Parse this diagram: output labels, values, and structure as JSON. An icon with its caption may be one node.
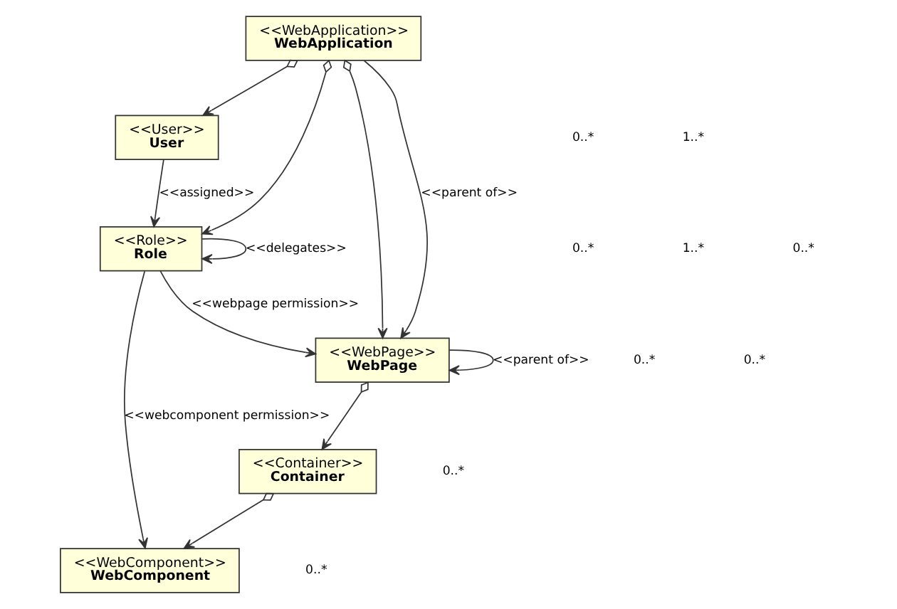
{
  "diagram": {
    "nodes": [
      {
        "text": [
          "<<User>>",
          "User"
        ]
      },
      {
        "text": [
          "<<WebApplication>>",
          "WebApplication"
        ]
      },
      {
        "text": [
          "<<WebPage>>",
          "WebPage"
        ]
      },
      {
        "text": [
          "<<Role>>",
          "Role"
        ]
      },
      {
        "text": [
          "<<Container>>",
          "Container"
        ]
      },
      {
        "text": [
          "<<WebComponent>>",
          "WebComponent"
        ]
      }
    ],
    "edges": [
      {
        "from": 1,
        "to": 0,
        "arrow": "to"
      },
      {
        "from": 1,
        "to": 3,
        "arrow": "to"
      },
      {
        "from": 1,
        "to": 2,
        "arrow": "to"
      },
      {
        "from": 1,
        "to": 2,
        "arrow": "to",
        "label": "<<parent of>>"
      },
      {
        "from": 2,
        "to": 2,
        "arrow": "to",
        "label": "<<parent of>>"
      },
      {
        "from": 0,
        "to": 3,
        "arrow": "to",
        "label": "<<assigned>>"
      },
      {
        "from": 3,
        "to": 2,
        "arrow": "to",
        "label": "<<webpage permission>>"
      },
      {
        "from": 2,
        "to": 4,
        "arrow": "to"
      },
      {
        "from": 3,
        "to": 3,
        "arrow": "to",
        "label": "<<delegates>>"
      },
      {
        "from": 3,
        "to": 5,
        "arrow": "to",
        "label": "<<webcomponent permission>>"
      },
      {
        "from": 4,
        "to": 5,
        "arrow": "to"
      }
    ],
    "labels": [
      "0..*",
      "1..*",
      "0..*",
      "0..*",
      "0..*",
      "0..*",
      "1..*",
      "0..*",
      "0..*"
    ]
  }
}
